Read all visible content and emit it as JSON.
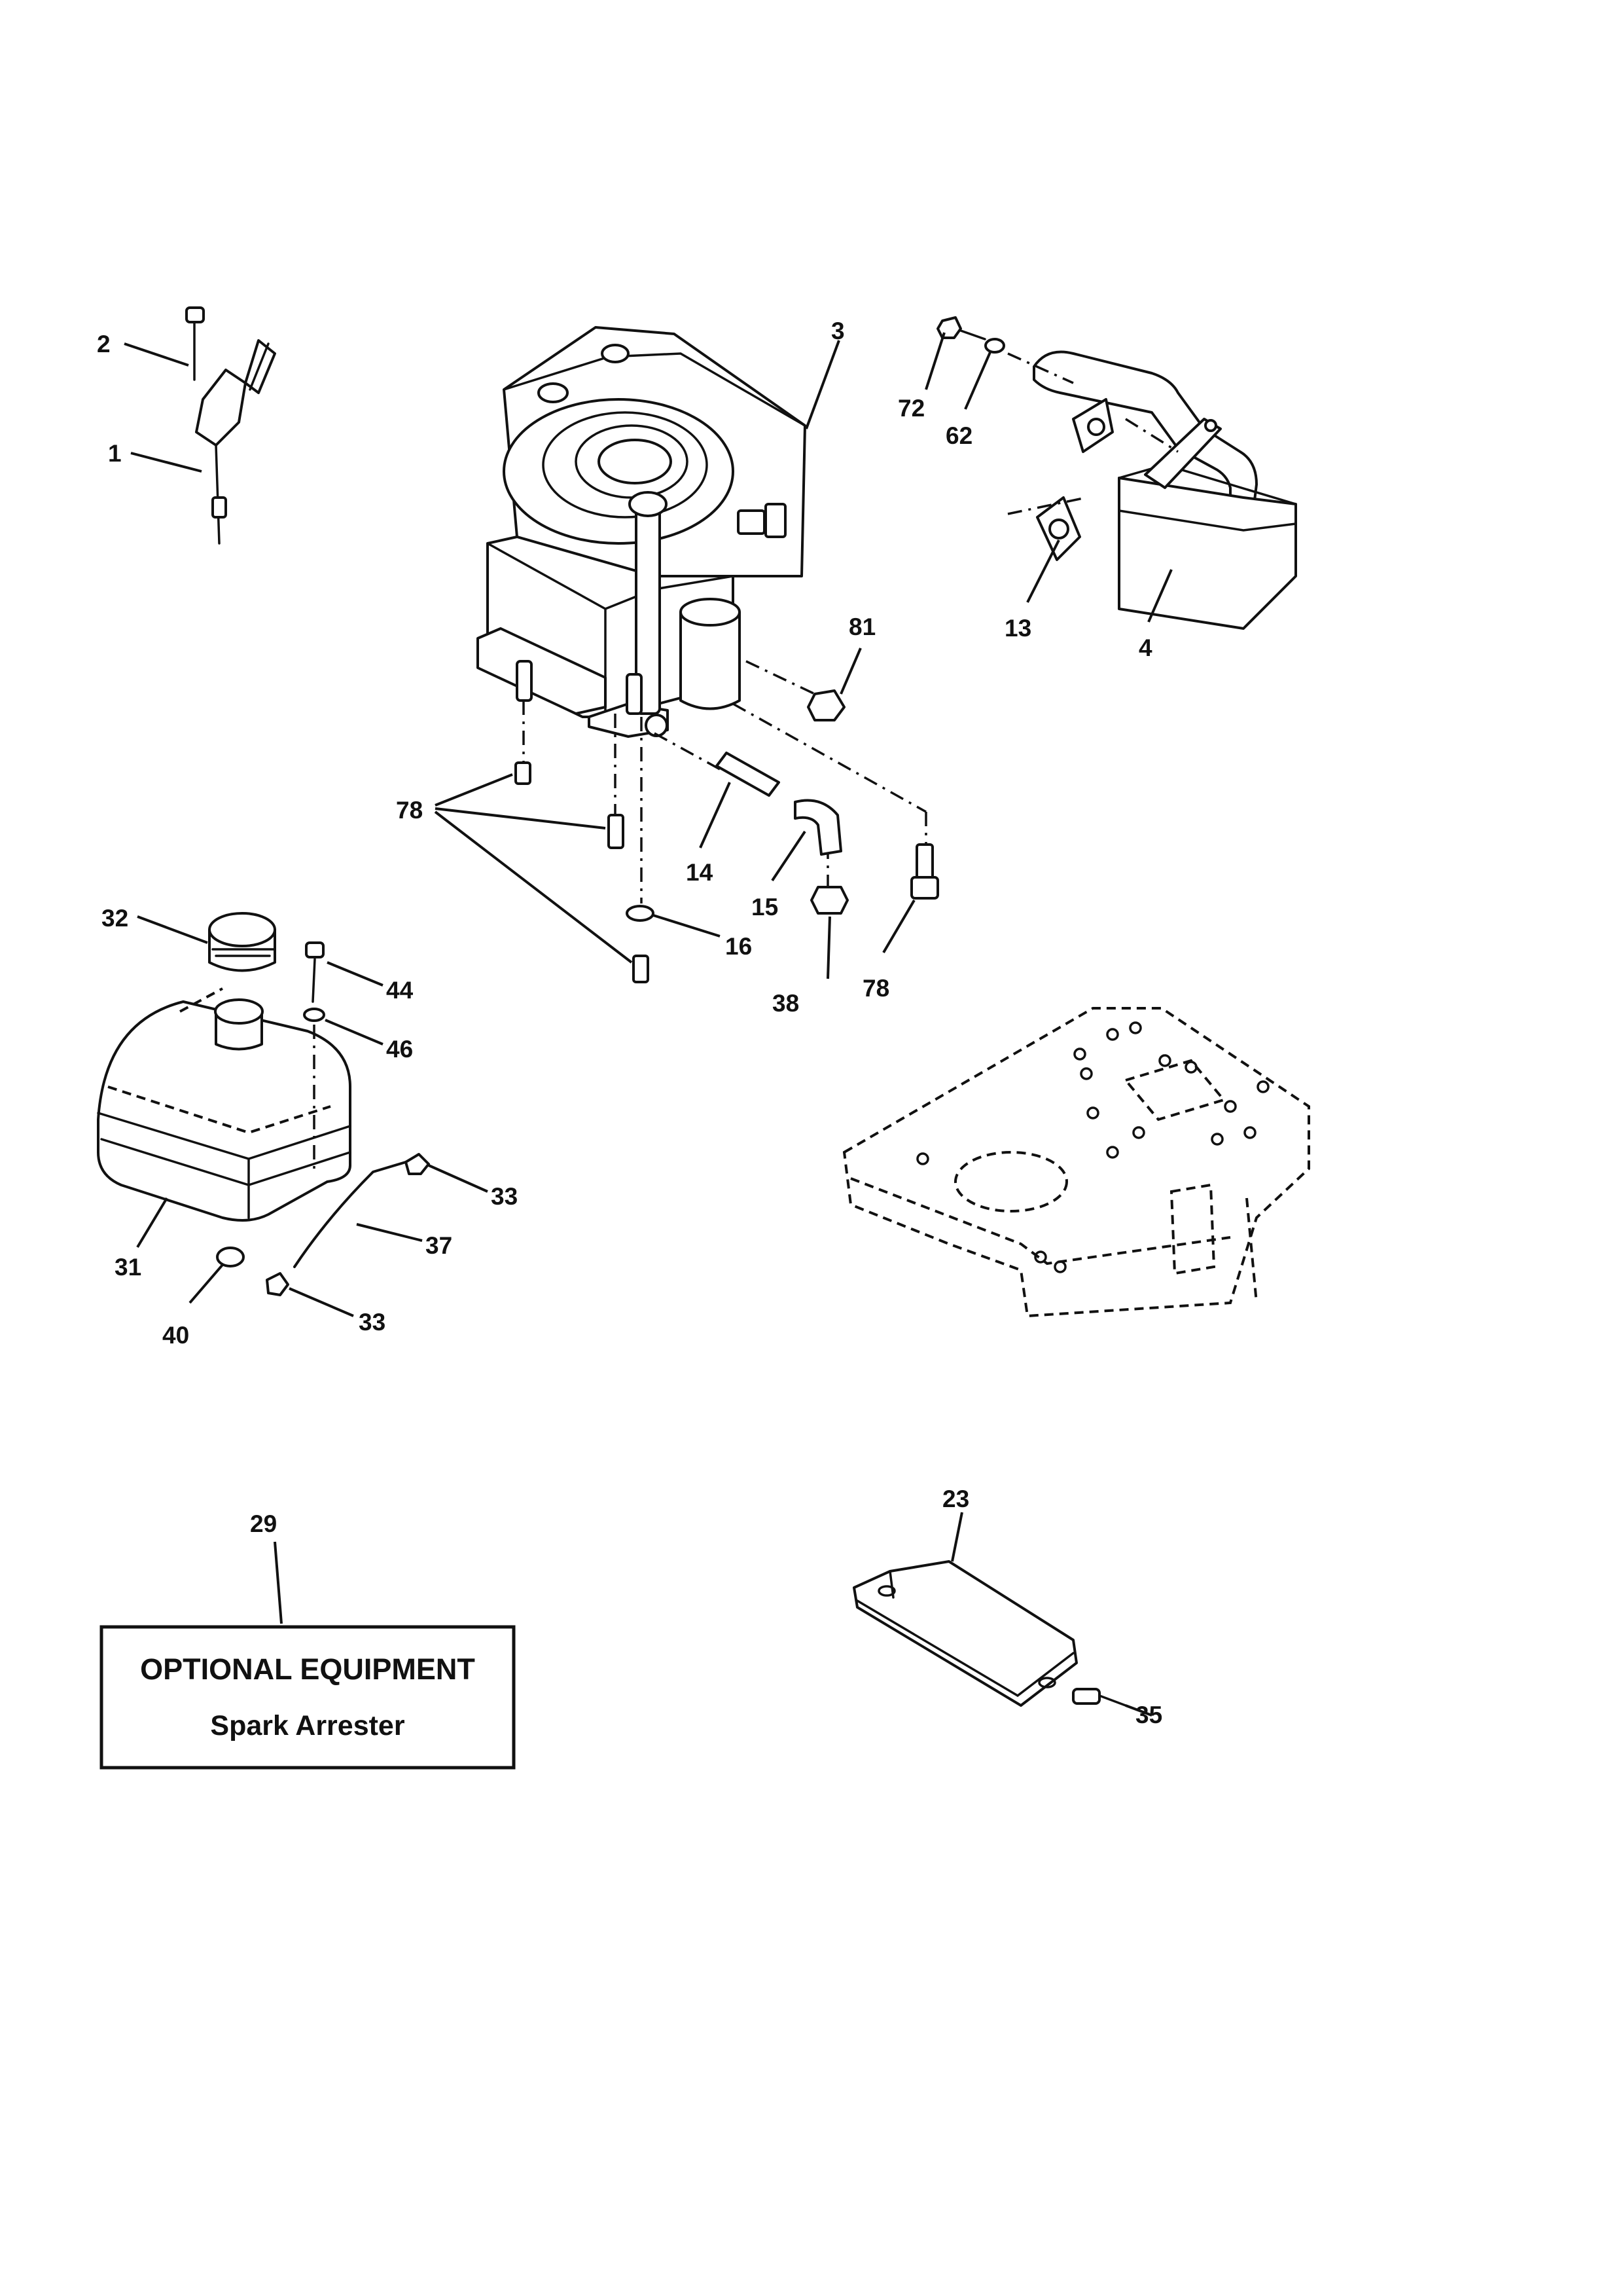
{
  "callouts": {
    "c2": "2",
    "c1": "1",
    "c3": "3",
    "c72": "72",
    "c62": "62",
    "c13": "13",
    "c4": "4",
    "c81": "81",
    "c78a": "78",
    "c14": "14",
    "c15": "15",
    "c16": "16",
    "c38": "38",
    "c78b": "78",
    "c32": "32",
    "c44": "44",
    "c46": "46",
    "c33a": "33",
    "c37": "37",
    "c31": "31",
    "c40": "40",
    "c33b": "33",
    "c29": "29",
    "c23": "23",
    "c35": "35"
  },
  "optional_box": {
    "title": "OPTIONAL EQUIPMENT",
    "subtitle": "Spark Arrester"
  }
}
